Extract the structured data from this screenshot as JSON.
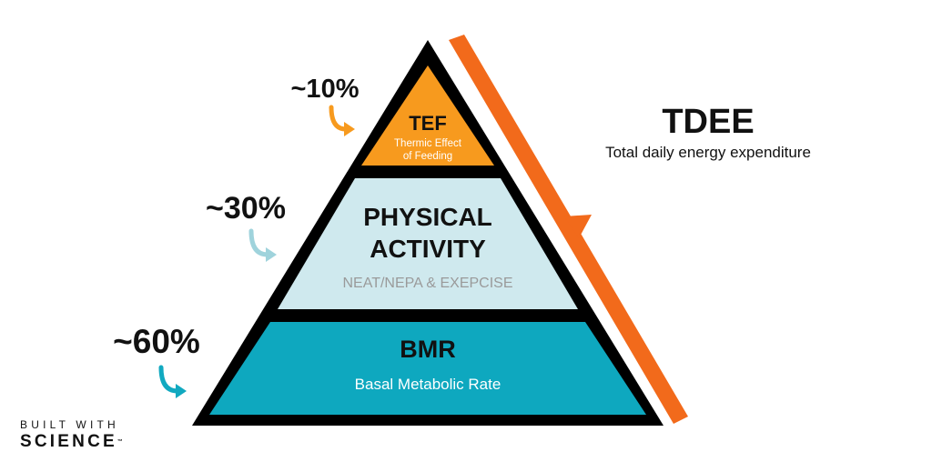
{
  "colors": {
    "tef": "#f79a1e",
    "physical": "#cfe9ee",
    "bmr": "#0ea8bf",
    "outline": "#000000",
    "bracket": "#f26a1b",
    "arrow_tef": "#f79a1e",
    "arrow_physical": "#9fd3dc",
    "arrow_bmr": "#11a9c0",
    "muted_text": "#9a9a9a"
  },
  "pyramid": {
    "tef": {
      "title": "TEF",
      "subtitle_line1": "Thermic Effect",
      "subtitle_line2": "of Feeding",
      "percent": "~10%"
    },
    "physical": {
      "title_line1": "PHYSICAL",
      "title_line2": "ACTIVITY",
      "subtitle": "NEAT/NEPA & EXEPCISE",
      "percent": "~30%"
    },
    "bmr": {
      "title": "BMR",
      "subtitle": "Basal Metabolic Rate",
      "percent": "~60%"
    }
  },
  "tdee": {
    "title": "TDEE",
    "subtitle": "Total daily energy expenditure"
  },
  "brand": {
    "line1": "BUILT WITH",
    "line2": "SCIENCE",
    "trademark": "™"
  }
}
